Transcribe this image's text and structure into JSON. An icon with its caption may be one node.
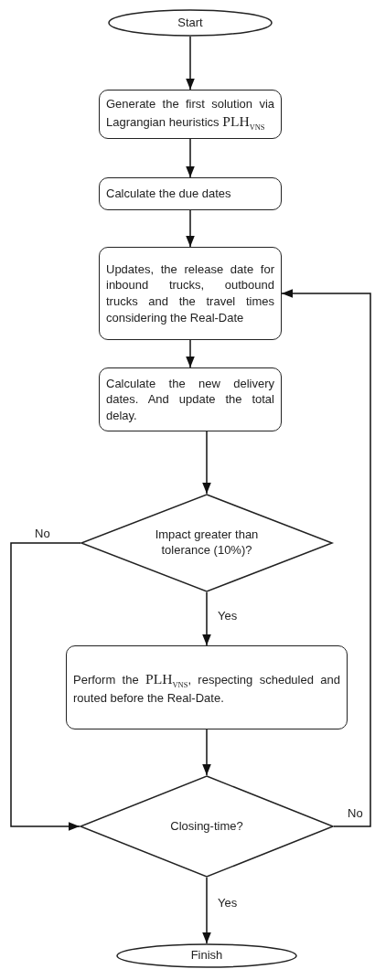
{
  "diagram": {
    "nodes": [
      {
        "text": [
          "Start"
        ]
      },
      {
        "text": [
          "Generate the first solution via Lagrangian heuristics PLH$_{VNS}$"
        ]
      },
      {
        "text": [
          "Calculate the due dates"
        ]
      },
      {
        "text": [
          "Updates, the release date for inbound trucks, outbound trucks and the travel times considering the Real-Date"
        ]
      },
      {
        "text": [
          "Calculate the new delivery dates. And update the total delay."
        ]
      },
      {
        "text": [
          "Impact greater than tolerance (10%)?"
        ]
      },
      {
        "text": [
          "Perform the PLH$_{VNS}$, respecting scheduled and routed before the Real-Date."
        ]
      },
      {
        "text": [
          "Closing-time?"
        ]
      },
      {
        "text": [
          "Finish"
        ]
      }
    ],
    "edges": [
      {
        "from": 0,
        "to": 1,
        "arrow": "to"
      },
      {
        "from": 1,
        "to": 2,
        "arrow": "to"
      },
      {
        "from": 2,
        "to": 3,
        "arrow": "to"
      },
      {
        "from": 3,
        "to": 4,
        "arrow": "to"
      },
      {
        "from": 4,
        "to": 5,
        "arrow": "to"
      },
      {
        "from": 5,
        "to": 6,
        "arrow": "to",
        "label": "Yes"
      },
      {
        "from": 5,
        "to": 7,
        "arrow": "to",
        "label": "No"
      },
      {
        "from": 6,
        "to": 7,
        "arrow": "to"
      },
      {
        "from": 7,
        "to": 3,
        "arrow": "to",
        "label": "No"
      },
      {
        "from": 7,
        "to": 8,
        "arrow": "to",
        "label": "Yes"
      }
    ]
  }
}
